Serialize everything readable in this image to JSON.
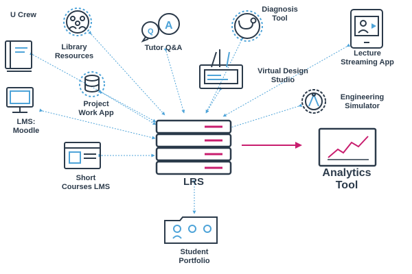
{
  "colors": {
    "ink": "#2b3a4a",
    "connector": "#4da3d8",
    "accent": "#c81d6e"
  },
  "hub": {
    "label": "LRS",
    "icon": "server-stack-icon"
  },
  "output": {
    "label": "Analytics\nTool",
    "icon": "line-chart-monitor-icon"
  },
  "nodes": [
    {
      "id": "u-crew",
      "label": "U Crew",
      "icon": "group-people-icon"
    },
    {
      "id": "tutor-qa",
      "label": "Tutor Q&A",
      "icon": "qa-chat-bubbles-icon"
    },
    {
      "id": "diagnosis-tool",
      "label": "Diagnosis\nTool",
      "icon": "stethoscope-icon"
    },
    {
      "id": "lecture-streaming",
      "label": "Lecture\nStreaming App",
      "icon": "video-tablet-icon"
    },
    {
      "id": "library-resources",
      "label": "Library\nResources",
      "icon": "book-icon"
    },
    {
      "id": "project-work-app",
      "label": "Project\nWork App",
      "icon": "database-gear-icon"
    },
    {
      "id": "virtual-design-studio",
      "label": "Virtual Design\nStudio",
      "icon": "design-tools-icon"
    },
    {
      "id": "engineering-simulator",
      "label": "Engineering\nSimulator",
      "icon": "gear-compass-icon"
    },
    {
      "id": "lms-moodle",
      "label": "LMS:\nMoodle",
      "icon": "desktop-computer-icon"
    },
    {
      "id": "short-courses-lms",
      "label": "Short\nCourses LMS",
      "icon": "browser-window-icon"
    },
    {
      "id": "student-portfolio",
      "label": "Student\nPortfolio",
      "icon": "portfolio-folder-icon"
    }
  ]
}
